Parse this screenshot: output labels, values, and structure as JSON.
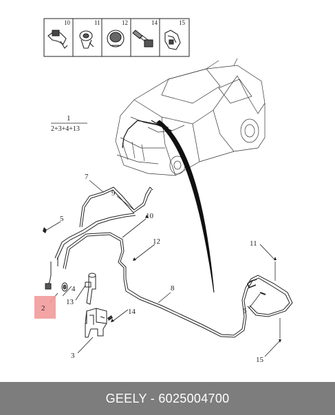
{
  "parts_table": {
    "cells": [
      "10",
      "11",
      "12",
      "14",
      "15"
    ],
    "icons": [
      "clip-icon",
      "grommet-icon",
      "cap-icon",
      "bolt-icon",
      "bracket-icon"
    ]
  },
  "group_callout": {
    "number": "1",
    "parts": "2+3+4+13"
  },
  "callouts": {
    "c2": "2",
    "c3": "3",
    "c4": "4",
    "c5": "5",
    "c6": "6",
    "c7": "7",
    "c8": "8",
    "c9": "9",
    "c10": "10",
    "c11": "11",
    "c12": "12",
    "c13": "13",
    "c14": "14",
    "c15": "15"
  },
  "highlighted_part": "2",
  "colors": {
    "highlight": "#f29a9a",
    "footer_bg": "#7d7d7d",
    "line": "#222222"
  },
  "footer": {
    "label": "GEELY - 6025004700"
  }
}
